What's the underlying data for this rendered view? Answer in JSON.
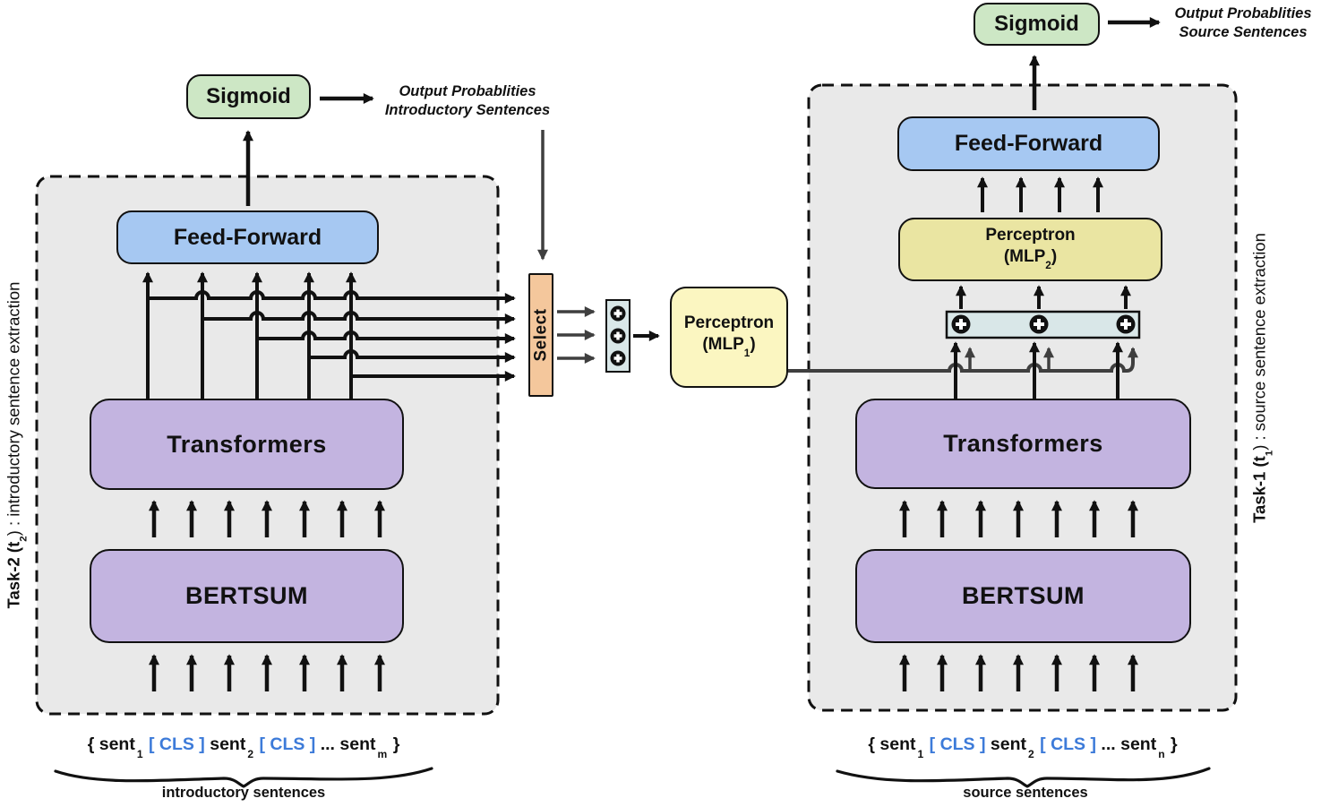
{
  "colors": {
    "panel_bg": "#e9e9e9",
    "sigmoid_green": "#cde7c5",
    "feed_forward_blue": "#a6c8f2",
    "module_purple": "#c3b4e0",
    "mlp1_yellow": "#fbf6c1",
    "mlp2_yellow": "#eae5a2",
    "select_orange": "#f4c79c",
    "aggregate_teal": "#d9e7e8",
    "cls_blue": "#3d7bd9",
    "arrow_black": "#111111",
    "arrow_gray": "#3f3f3f"
  },
  "left": {
    "sigmoid": "Sigmoid",
    "output_prob_line1": "Output Probablities",
    "output_prob_line2": "Introductory Sentences",
    "feed_forward": "Feed-Forward",
    "transformers": "Transformers",
    "bertsum": "BERTSUM",
    "task_label": {
      "prefix": "Task-2 (t",
      "sub": "2",
      "suffix": ") : introductory sentence extraction"
    },
    "input": {
      "open": "{ ",
      "sent1": "sent",
      "sub1": "1",
      "cls1": "[ CLS ]",
      "sent2": "sent",
      "sub2": "2",
      "cls2": "[ CLS ]",
      "ellipsis": "...",
      "sent3": "sent",
      "sub3": "m",
      "close": " }"
    },
    "input_caption": "introductory sentences"
  },
  "middle": {
    "select": "Select",
    "mlp1": {
      "line1": "Perceptron",
      "open": "(MLP",
      "sub": "1",
      "close": ")"
    }
  },
  "right": {
    "sigmoid": "Sigmoid",
    "output_prob_line1": "Output Probablities",
    "output_prob_line2": "Source Sentences",
    "feed_forward": "Feed-Forward",
    "mlp2": {
      "line1": "Perceptron",
      "open": "(MLP",
      "sub": "2",
      "close": ")"
    },
    "transformers": "Transformers",
    "bertsum": "BERTSUM",
    "task_label": {
      "prefix": "Task-1 (t",
      "sub": "1",
      "suffix": ") : source sentence extraction"
    },
    "input": {
      "open": "{ ",
      "sent1": "sent",
      "sub1": "1",
      "cls1": "[ CLS ]",
      "sent2": "sent",
      "sub2": "2",
      "cls2": "[ CLS ]",
      "ellipsis": "...",
      "sent3": "sent",
      "sub3": "n",
      "close": " }"
    },
    "input_caption": "source sentences"
  }
}
